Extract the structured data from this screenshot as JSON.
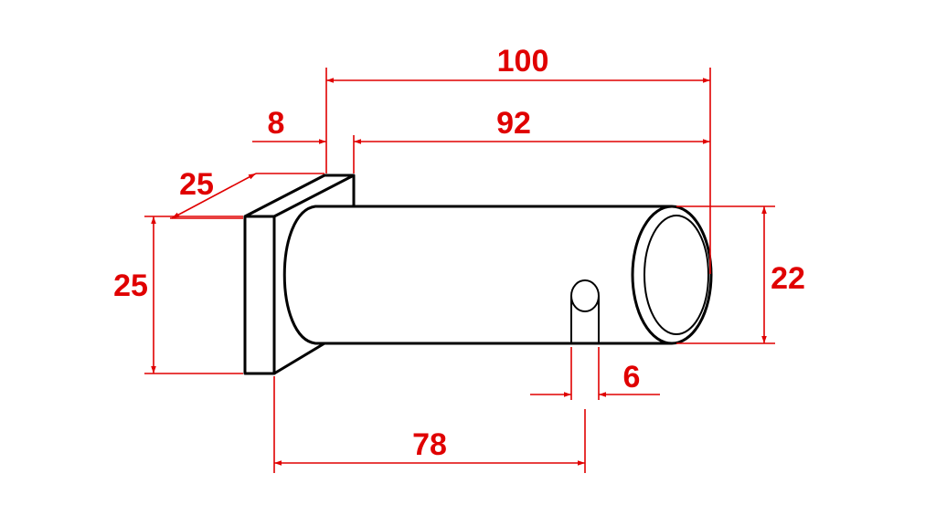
{
  "colors": {
    "dimension": "#e00000",
    "outline": "#000000",
    "background": "#ffffff"
  },
  "dimensions": {
    "total_length": "100",
    "pin_length": "92",
    "plate_thickness": "8",
    "plate_depth": "25",
    "plate_height": "25",
    "pin_diameter": "22",
    "hole_diameter": "6",
    "hole_position": "78"
  }
}
